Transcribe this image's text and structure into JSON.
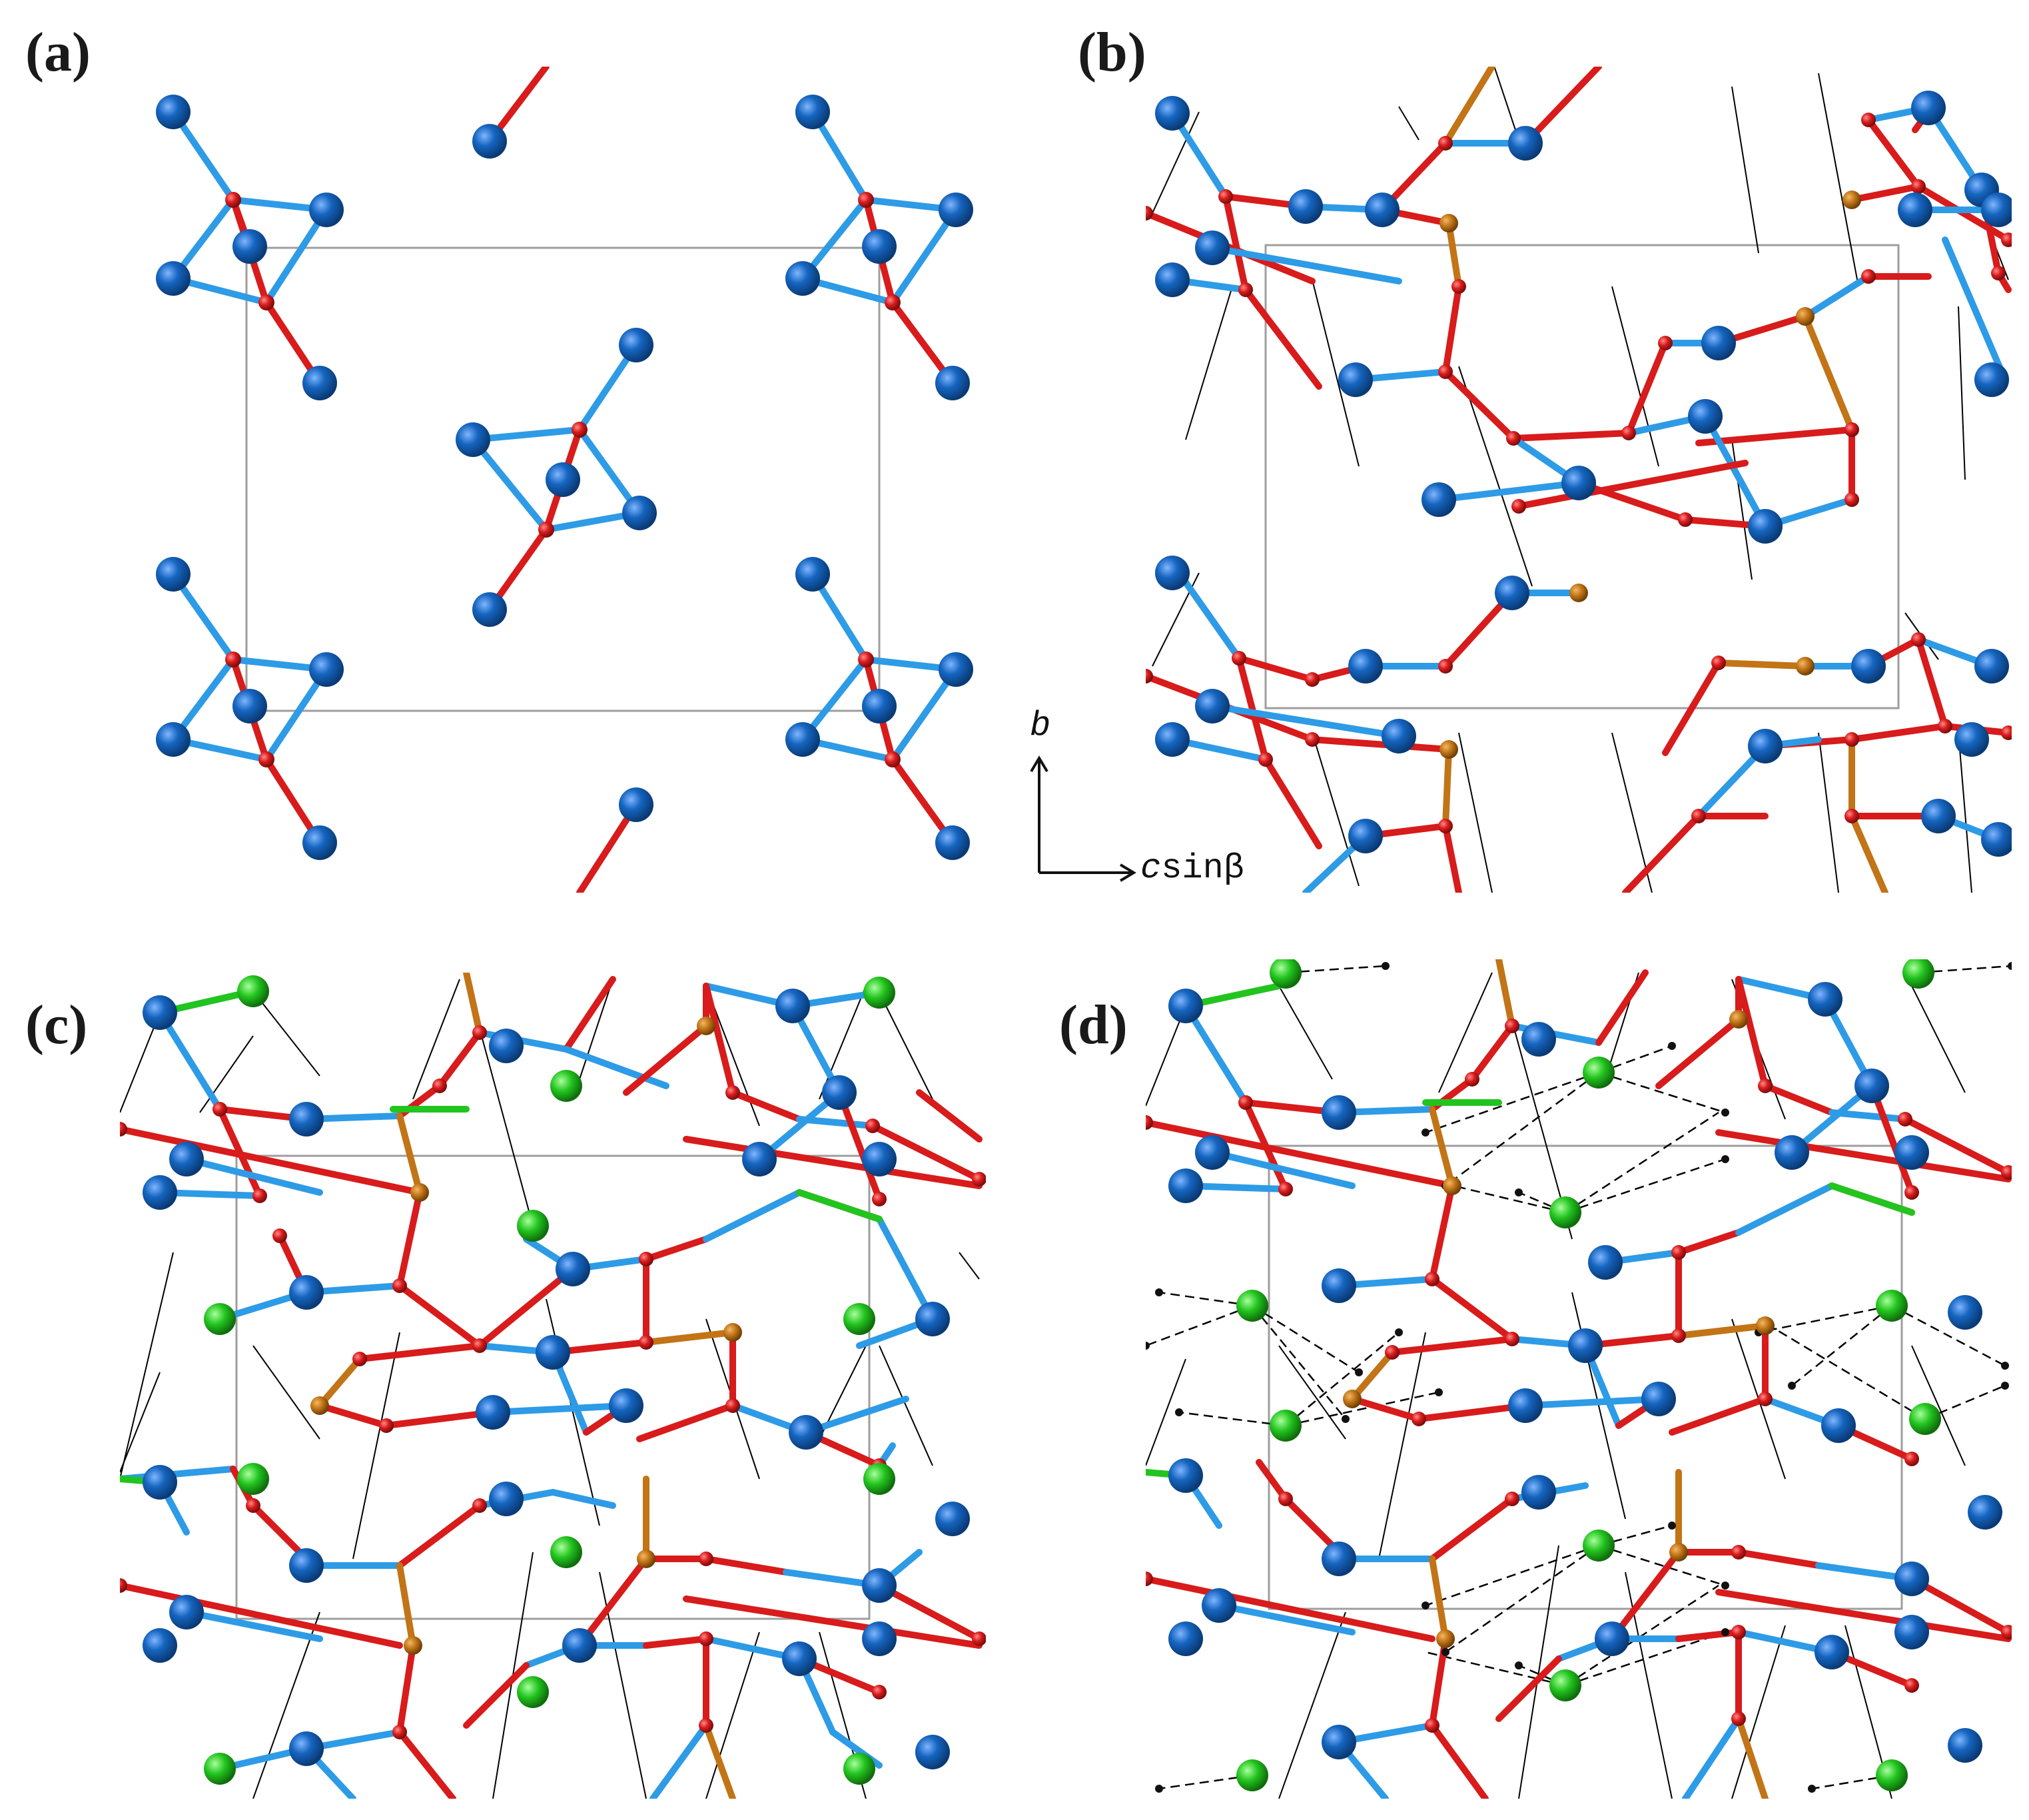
{
  "panels": [
    {
      "id": "a",
      "label": "(a)"
    },
    {
      "id": "b",
      "label": "(b)"
    },
    {
      "id": "c",
      "label": "(c)"
    },
    {
      "id": "d",
      "label": "(d)"
    }
  ],
  "axes": {
    "vertical_label": "b",
    "horizontal_label_italic": "c",
    "horizontal_label_rest": "sinβ"
  },
  "colors": {
    "metal_atom": "#1565c0",
    "metal_bond": "#2e9be6",
    "oxygen": "#d81b1b",
    "orange_atom": "#c27416",
    "halogen": "#22c41e",
    "hydrogen": "#111111",
    "cell_edge": "#9e9e9e",
    "contact_line": "#000000"
  }
}
